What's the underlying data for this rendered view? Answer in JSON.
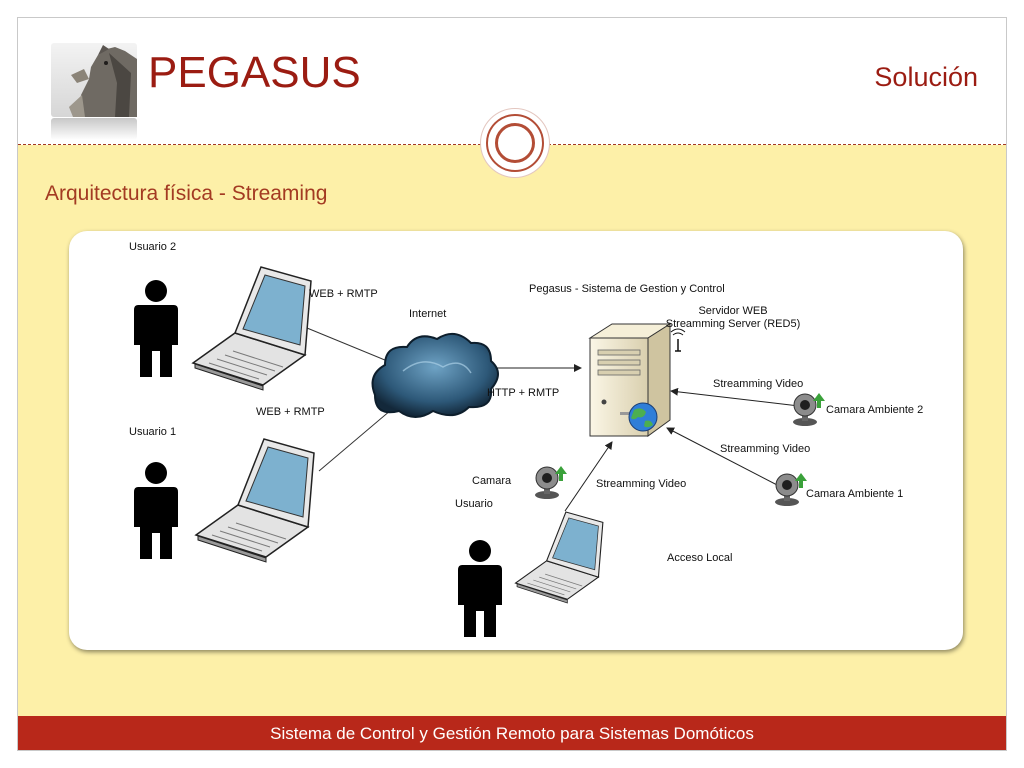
{
  "header": {
    "app_title": "PEGASUS",
    "section_title": "Solución",
    "logo_icon": "pegasus-horse-logo-icon"
  },
  "content": {
    "title": "Arquitectura física - Streaming"
  },
  "diagram": {
    "system_title": "Pegasus - Sistema de Gestion y Control",
    "server_label_line1": "Servidor WEB",
    "server_label_line2": "Streamming Server (RED5)",
    "internet_label": "Internet",
    "user2_label": "Usuario 2",
    "user1_label": "Usuario 1",
    "local_user_label": "Usuario",
    "link_user2": "WEB + RMTP",
    "link_user1": "WEB + RMTP",
    "link_internet_server": "HTTP + RMTP",
    "link_camera2": "Streamming Video",
    "link_camera1": "Streamming Video",
    "link_local": "Streamming Video",
    "camera2_label": "Camara Ambiente 2",
    "camera1_label": "Camara Ambiente 1",
    "local_camera_label": "Camara",
    "local_access_label": "Acceso Local",
    "icons": [
      "person-icon",
      "laptop-icon",
      "cloud-icon",
      "server-icon",
      "webcam-icon",
      "globe-icon",
      "antenna-icon"
    ]
  },
  "footer": {
    "text": "Sistema de Control y Gestión Remoto para Sistemas Domóticos"
  },
  "colors": {
    "accent": "#9b1c12",
    "content_bg": "#fdf0a8",
    "footer_bg": "#b8281a"
  }
}
